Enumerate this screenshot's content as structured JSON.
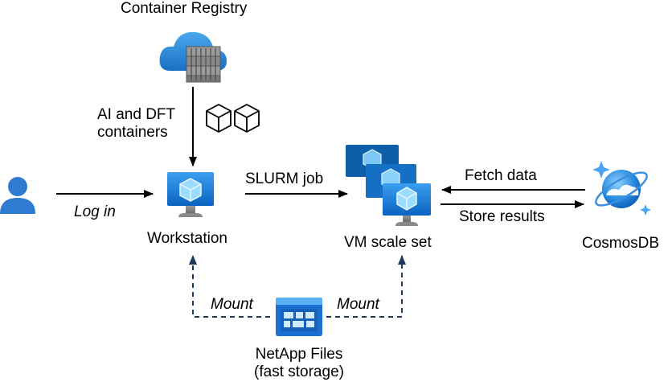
{
  "nodes": {
    "registry": {
      "label": "Container Registry",
      "icon": "container-registry-icon"
    },
    "user": {
      "icon": "user-icon"
    },
    "workstation": {
      "label": "Workstation",
      "icon": "virtual-machine-icon"
    },
    "vmss": {
      "label": "VM scale set",
      "icon": "vm-scale-set-icon"
    },
    "cosmos": {
      "label": "CosmosDB",
      "icon": "cosmosdb-icon"
    },
    "netapp": {
      "label_line1": "NetApp Files",
      "label_line2": "(fast storage)",
      "icon": "netapp-files-icon"
    }
  },
  "edges": {
    "containers": {
      "line1": "AI and DFT",
      "line2": "containers",
      "icon": "container-cubes-icon"
    },
    "login": {
      "label": "Log in"
    },
    "slurm": {
      "label": "SLURM job"
    },
    "fetch": {
      "label": "Fetch data"
    },
    "store": {
      "label": "Store results"
    },
    "mount_left": {
      "label": "Mount"
    },
    "mount_right": {
      "label": "Mount"
    }
  },
  "colors": {
    "azure_blue": "#0078d4",
    "light_blue": "#50b4f0",
    "dashed_navy": "#1f3a5f",
    "grey": "#7a7a7a"
  }
}
